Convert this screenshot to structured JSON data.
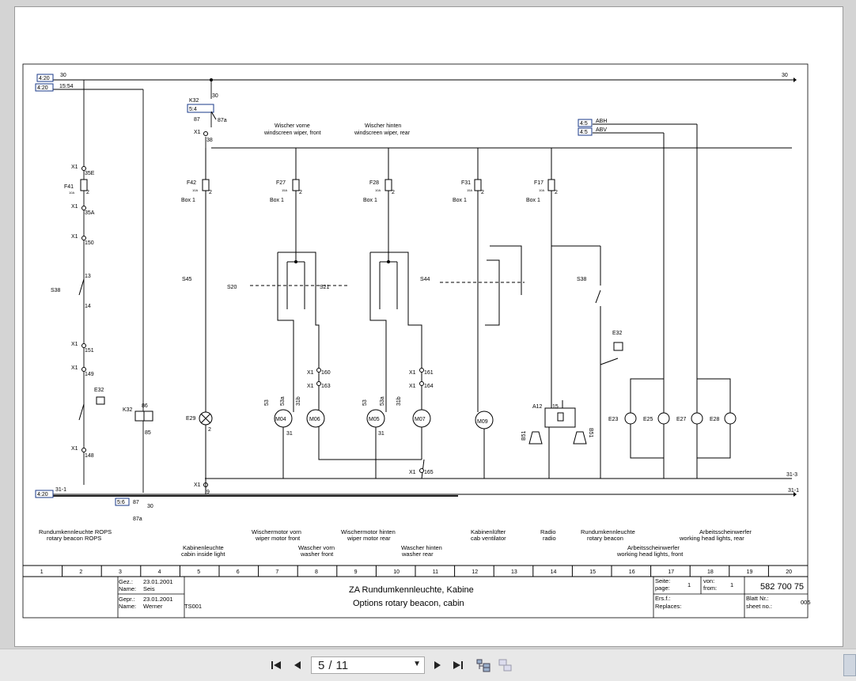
{
  "viewer": {
    "current_page": "5",
    "separator": "/",
    "total_pages": "11",
    "first_icon": "first-page-icon",
    "prev_icon": "previous-page-icon",
    "next_icon": "next-page-icon",
    "last_icon": "last-page-icon"
  },
  "diagram": {
    "refs": {
      "r1": "4:20",
      "r2": "4:20",
      "r3": "4:20",
      "r4": "5:4",
      "r5": "4:5",
      "r6": "4:5",
      "r7": "5:6"
    },
    "rails": {
      "top_left": "30",
      "top_right": "30",
      "ref2_text": "15:54",
      "bottom_left": "31-1",
      "bottom_right1": "31-3",
      "bottom_right2": "31-1",
      "k32_30": "30",
      "k32_87": "87",
      "k32_87a": "87a",
      "k32b_87": "87",
      "k32b_30": "30",
      "k32b_87a": "87a",
      "abh": "ABH",
      "abv": "ABV"
    },
    "headers": {
      "wv1": "Wischer vorne",
      "wv2": "windscreen wiper, front",
      "wh1": "Wischer hinten",
      "wh2": "windscreen wiper, rear"
    },
    "labels": {
      "k32top": "K32",
      "x1_38l": "X1",
      "x1_38n": "38",
      "x1_35e": "X1",
      "n35e": "35E",
      "f41": "F41",
      "f41a": "10A",
      "f41_2": "2",
      "x1_35a": "X1",
      "n35a": "35A",
      "x1_150": "X1",
      "n150": "150",
      "s38a": "S38",
      "n13": "13",
      "n14": "14",
      "x1_151": "X1",
      "n151": "151",
      "x1_149": "X1",
      "n149": "149",
      "e32a": "E32",
      "k32mid": "K32",
      "n86": "86",
      "n85": "85",
      "x1_148": "X1",
      "n148": "148",
      "x1_9": "X1",
      "n9": "9",
      "f42": "F42",
      "f42a": "10A",
      "f42_2": "2",
      "box1a": "Box 1",
      "f27": "F27",
      "f27a": "15A",
      "f27_2": "2",
      "box1b": "Box 1",
      "f28": "F28",
      "f28a": "10A",
      "f28_2": "2",
      "box1c": "Box 1",
      "f31": "F31",
      "f31a": "15A",
      "f31_2": "2",
      "box1d": "Box 1",
      "f17": "F17",
      "f17a": "10A",
      "f17_2": "2",
      "box1e": "Box 1",
      "s45": "S45",
      "s20": "S20",
      "s21": "S21",
      "s44": "S44",
      "s38b": "S38",
      "e29": "E29",
      "e29_2": "2",
      "m04": "M04",
      "m06": "M06",
      "m05": "M05",
      "m07": "M07",
      "m09": "M09",
      "x1_160": "X1",
      "n160": "160",
      "x1_163": "X1",
      "n163": "163",
      "x1_161": "X1",
      "n161": "161",
      "x1_164": "X1",
      "n164": "164",
      "x1_165": "X1",
      "n165": "165",
      "a12": "A12",
      "n15": "15",
      "b51a": "B51",
      "b51b": "B51",
      "e32b": "E32",
      "e23": "E23",
      "e25": "E25",
      "e27": "E27",
      "e28": "E28",
      "w53a": "53",
      "w53aa": "53a",
      "w31b": "31b",
      "w31a": "31",
      "w53b": "53",
      "w53ab": "53a",
      "w31bb": "31b",
      "w31ba": "31"
    },
    "columns": [
      "1",
      "2",
      "3",
      "4",
      "5",
      "6",
      "7",
      "8",
      "9",
      "10",
      "11",
      "12",
      "13",
      "14",
      "15",
      "16",
      "17",
      "18",
      "19",
      "20"
    ],
    "descriptions": {
      "c1a": "Rundumkennleuchte ROPS",
      "c1b": "rotary beacon ROPS",
      "c5a": "Kabinenleuchte",
      "c5b": "cabin inside light",
      "c7a": "Wischermotor vorn",
      "c7b": "wiper motor front",
      "c8a": "Wascher vorn",
      "c8b": "washer front",
      "c9a": "Wischermotor hinten",
      "c9b": "wiper motor rear",
      "c10a": "Wascher hinten",
      "c10b": "washer rear",
      "c12a": "Kabinenlüfter",
      "c12b": "cab ventilator",
      "c14a": "Radio",
      "c14b": "radio",
      "c15a": "Rundumkennleuchte",
      "c15b": "rotary beacon",
      "c17a": "Arbeitsscheinwerfer",
      "c17b": "working head lights, front",
      "c18a": "Arbeitsscheinwerfer",
      "c18b": "working head lights, rear"
    },
    "title_block": {
      "gez": "Gez.:",
      "gez_date": "23.01.2001",
      "name1": "Name:",
      "name1_val": "Seis",
      "gepr": "Gepr.:",
      "gepr_date": "23.01.2001",
      "name2": "Name:",
      "name2_val": "Werner",
      "ts": "TS001",
      "title_de": "ZA Rundumkennleuchte, Kabine",
      "title_en": "Options rotary beacon, cabin",
      "seite": "Seite:",
      "page_lbl": "page:",
      "page_num": "1",
      "von": "von:",
      "from_lbl": "from:",
      "from_num": "1",
      "ers": "Ers.f.:",
      "replaces": "Replaces:",
      "doc_no": "582 700 75",
      "blatt": "Blatt Nr.:",
      "sheet_no": "sheet no.:",
      "sheet_val": "005"
    }
  }
}
